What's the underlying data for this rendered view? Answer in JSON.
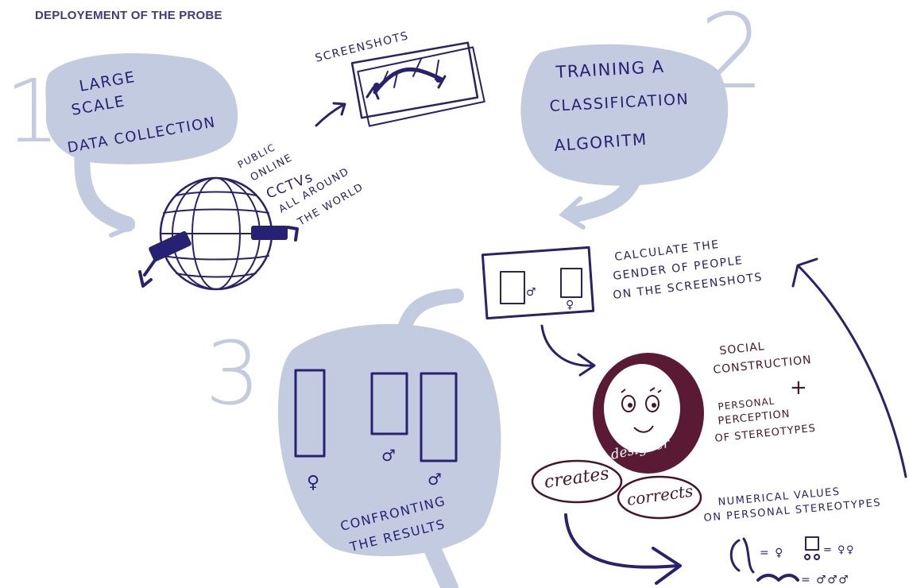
{
  "title": "DEPLOYEMENT OF THE PROBE",
  "steps": {
    "one": {
      "number": "1",
      "lines": [
        "LARGE",
        "SCALE",
        "DATA COLLECTION"
      ]
    },
    "two": {
      "number": "2",
      "lines": [
        "TRAINING  A",
        "CLASSIFICATION",
        "ALGORITM"
      ]
    },
    "three": {
      "number": "3",
      "lines": [
        "CONFRONTING",
        "THE RESULTS"
      ]
    }
  },
  "screenshots_label": "SCREENSHOTS",
  "cctv_lines": [
    "PUBLIC",
    "ONLINE",
    "CCTVs",
    "ALL AROUND",
    "THE WORLD"
  ],
  "calculate_lines": [
    "CALCULATE  THE",
    "GENDER OF PEOPLE",
    "ON THE SCREENSHOTS"
  ],
  "social_lines": [
    "SOCIAL",
    "CONSTRUCTION",
    "+",
    "PERSONAL",
    "PERCEPTION",
    "OF STEREOTYPES"
  ],
  "designer_label": "designer",
  "creates_label": "creates",
  "corrects_label": "corrects",
  "numerical_lines": [
    "NUMERICAL VALUES",
    "ON  PERSONAL  STEREOTYPES"
  ],
  "symbols": {
    "female": "♀",
    "male": "♂",
    "values": [
      "= ♀",
      "= ♀♀",
      "= ♂♂♂"
    ]
  },
  "colors": {
    "ink": "#272173",
    "blob": "#c3cbe1",
    "designer": "#5b1a33",
    "title": "#3d3a85"
  }
}
